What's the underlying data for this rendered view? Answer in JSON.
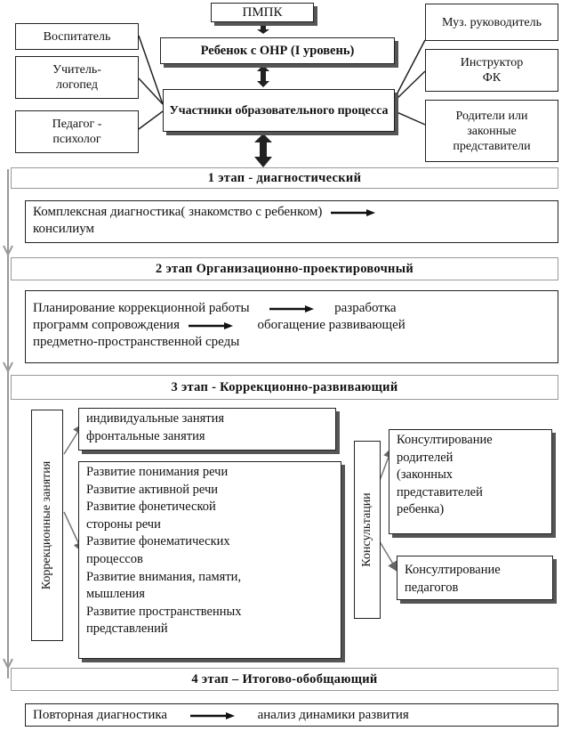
{
  "top": {
    "pmpk": "ПМПК",
    "child": "Ребенок с ОНР (I уровень)",
    "participants": "Участники образовательного процесса",
    "left": [
      "Воспитатель",
      "Учитель-логопед",
      "Педагог - психолог"
    ],
    "right": [
      "Муз. руководитель",
      "Инструктор ФК",
      "Родители или законные представители"
    ]
  },
  "stages": {
    "s1": {
      "title": "1 этап - диагностический",
      "text_a": "Комплексная диагностика( знакомство с ребенком)",
      "text_b": "консилиум"
    },
    "s2": {
      "title": "2 этап Организационно-проектировочный",
      "line1_a": "Планирование коррекционной работы",
      "line1_b": "разработка",
      "line2_a": "программ сопровождения",
      "line2_b": "обогащение развивающей",
      "line3": "предметно-пространственной среды"
    },
    "s3": {
      "title": "3 этап - Коррекционно-развивающий",
      "side_label": "Коррекционные занятия",
      "lessons": [
        "индивидуальные занятия",
        "фронтальные занятия"
      ],
      "directions": [
        "Развитие понимания речи",
        "Развитие активной речи",
        "Развитие фонетической",
        "стороны речи",
        "Развитие фонематических",
        "процессов",
        "Развитие внимания, памяти,",
        "мышления",
        "Развитие пространственных",
        "представлений"
      ],
      "consult_label": "Консультации",
      "consult_parents": [
        "Консултирование",
        "родителей",
        "(законных",
        "представителей",
        "ребенка)"
      ],
      "consult_teachers": [
        "Консултирование",
        "педагогов"
      ]
    },
    "s4": {
      "title": "4 этап – Итогово-обобщающий",
      "text_a": "Повторная диагностика",
      "text_b": "анализ динамики развития"
    }
  }
}
